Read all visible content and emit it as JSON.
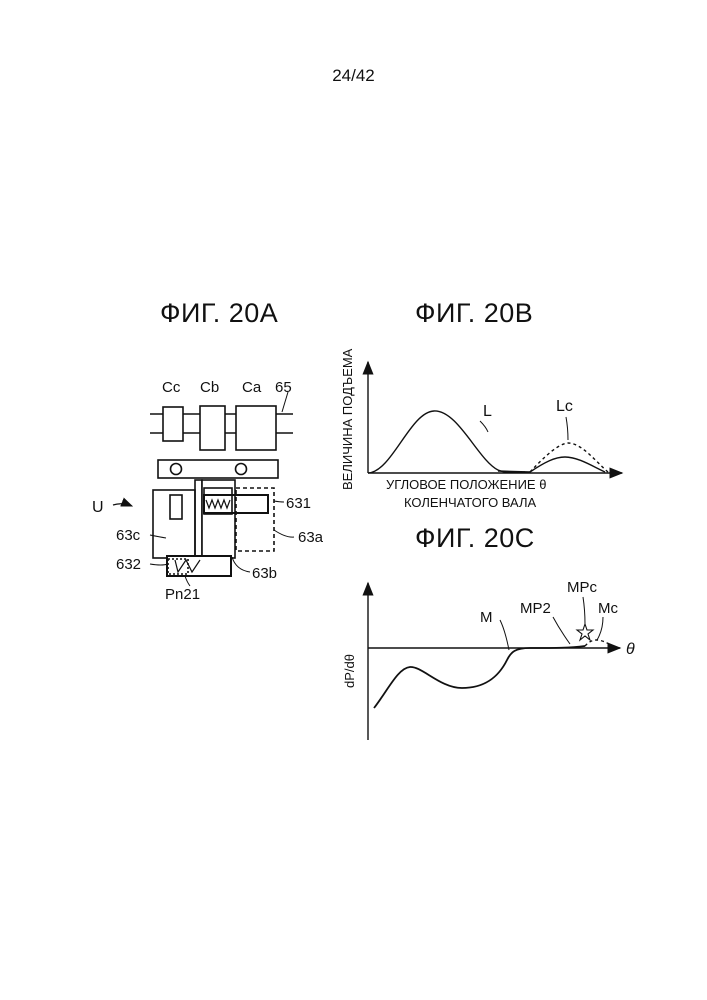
{
  "page_number": "24/42",
  "fig_a": {
    "title": "ФИГ. 20А",
    "labels": {
      "cc": "Cc",
      "cb": "Cb",
      "ca": "Ca",
      "n65": "65",
      "u": "U",
      "n631": "631",
      "n63a": "63a",
      "n63c": "63c",
      "n632": "632",
      "n63b": "63b",
      "pn21": "Pn21"
    }
  },
  "fig_b": {
    "title": "ФИГ. 20В",
    "ylabel": "ВЕЛИЧИНА ПОДЪЕМА",
    "xlabel_line1": "УГЛОВОЕ ПОЛОЖЕНИЕ θ",
    "xlabel_line2": "КОЛЕНЧАТОГО ВАЛА",
    "label_l": "L",
    "label_lc": "Lc"
  },
  "fig_c": {
    "title": "ФИГ. 20С",
    "ylabel": "dP/dθ",
    "xaxis_symbol": "θ",
    "label_m": "M",
    "label_mp2": "MP2",
    "label_mpc": "MPc",
    "label_mc": "Mc"
  }
}
